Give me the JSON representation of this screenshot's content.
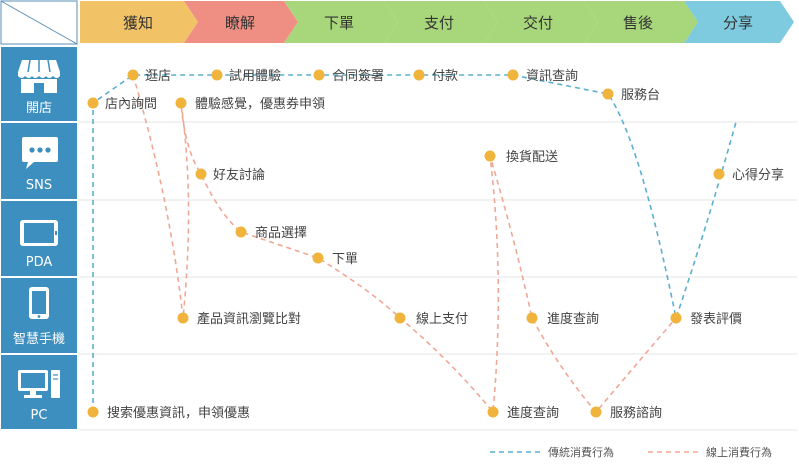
{
  "stages": [
    {
      "label": "獲知",
      "color": "#f2c267"
    },
    {
      "label": "瞭解",
      "color": "#ef8f84"
    },
    {
      "label": "下單",
      "color": "#a8d67a"
    },
    {
      "label": "支付",
      "color": "#a8d67a"
    },
    {
      "label": "交付",
      "color": "#a8d67a"
    },
    {
      "label": "售後",
      "color": "#a8d67a"
    },
    {
      "label": "分享",
      "color": "#7ecbe0"
    }
  ],
  "channels": [
    {
      "label": "開店",
      "icon": "store-icon"
    },
    {
      "label": "SNS",
      "icon": "chat-bubble-icon"
    },
    {
      "label": "PDA",
      "icon": "tablet-icon"
    },
    {
      "label": "智慧手機",
      "icon": "smartphone-icon"
    },
    {
      "label": "PC",
      "icon": "desktop-computer-icon"
    }
  ],
  "nodes": {
    "store_inquiry": "店內詢問",
    "browse_store": "逛店",
    "trial": "試用體驗",
    "contract": "合同簽署",
    "payment": "付款",
    "info_query": "資訊查詢",
    "service_desk": "服務台",
    "experience_coupon": "體驗感覺，優惠券申領",
    "friend_discussion": "好友討論",
    "exchange_delivery": "換貨配送",
    "share_experience": "心得分享",
    "product_selection": "商品選擇",
    "place_order": "下單",
    "compare_products": "產品資訊瀏覽比對",
    "online_payment": "線上支付",
    "progress_query_mobile": "進度查詢",
    "post_review": "發表評價",
    "search_coupons": "搜索優惠資訊，申領優惠",
    "progress_query_pc": "進度查詢",
    "service_consult": "服務諮詢"
  },
  "colors": {
    "node": "#f0b43c",
    "traditional_line": "#5ab0cf",
    "online_line": "#f0a896",
    "channel_panel": "#3d8fc0"
  },
  "legend": {
    "traditional": "傳統消費行為",
    "online": "線上消費行為"
  }
}
